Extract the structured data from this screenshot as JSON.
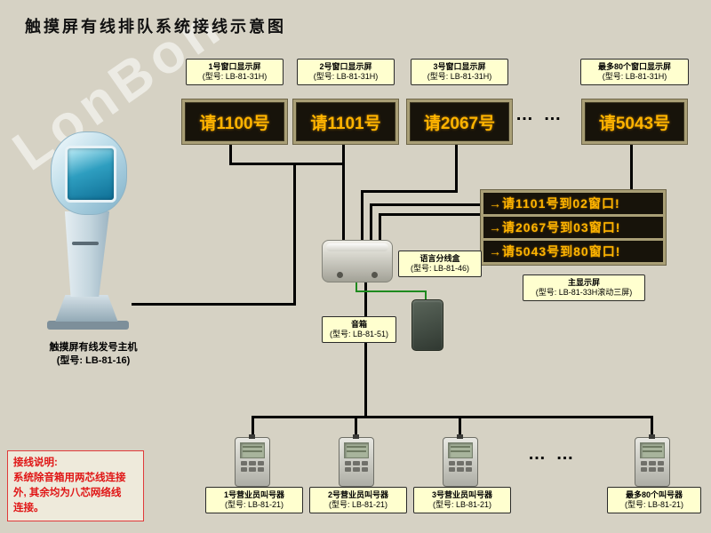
{
  "page": {
    "title": "触摸屏有线排队系统接线示意图",
    "watermark": "LonBon"
  },
  "colors": {
    "background": "#d6d2c4",
    "led_text": "#ffb400",
    "led_bg": "#17130a",
    "led_frame": "#a99f76",
    "label_bg": "#ffffcf",
    "note_red": "#e01515",
    "wire": "#000000",
    "speaker_wire": "#1e8a1e"
  },
  "window_displays": [
    {
      "name": "1号窗口显示屏",
      "model": "(型号: LB-81-31H)",
      "text": "请1100号"
    },
    {
      "name": "2号窗口显示屏",
      "model": "(型号: LB-81-31H)",
      "text": "请1101号"
    },
    {
      "name": "3号窗口显示屏",
      "model": "(型号: LB-81-31H)",
      "text": "请2067号"
    },
    {
      "name": "最多80个窗口显示屏",
      "model": "(型号: LB-81-31H)",
      "text": "请5043号"
    }
  ],
  "top_ellipsis": "… …",
  "main_display": {
    "lines": [
      "→请1101号到02窗口!",
      "→请2067号到03窗口!",
      "→请5043号到80窗口!"
    ],
    "name": "主显示屏",
    "model": "(型号: LB-81-33H滚动三屏)"
  },
  "splitter": {
    "name": "语言分线盒",
    "model": "(型号: LB-81-46)"
  },
  "speaker": {
    "name": "音箱",
    "model": "(型号: LB-81-51)"
  },
  "kiosk": {
    "name": "触摸屏有线发号主机",
    "model": "(型号: LB-81-16)"
  },
  "callers": [
    {
      "name": "1号营业员叫号器",
      "model": "(型号: LB-81-21)"
    },
    {
      "name": "2号营业员叫号器",
      "model": "(型号: LB-81-21)"
    },
    {
      "name": "3号营业员叫号器",
      "model": "(型号: LB-81-21)"
    },
    {
      "name": "最多80个叫号器",
      "model": "(型号: LB-81-21)"
    }
  ],
  "bottom_ellipsis": "… …",
  "note": {
    "heading": "接线说明:",
    "line1": "系统除音箱用两芯线连接",
    "line2": "外, 其余均为八芯网络线",
    "line3": "连接。"
  }
}
